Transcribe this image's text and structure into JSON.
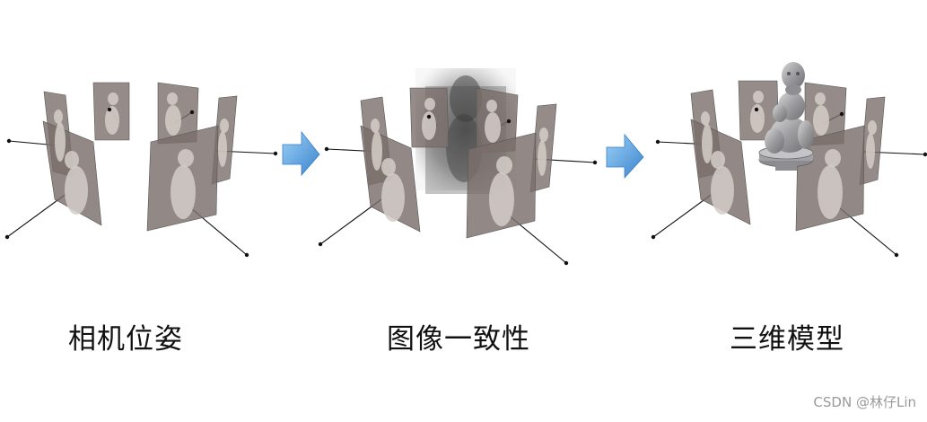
{
  "stages": [
    {
      "caption": "相机位姿"
    },
    {
      "caption": "图像一致性"
    },
    {
      "caption": "三维模型"
    }
  ],
  "watermark": "CSDN @林仔Lin",
  "colors": {
    "arrow_light": "#8ec8f2",
    "arrow_dark": "#3f88d1",
    "panel": "#7a6e6a",
    "figure": "#cfc9c4",
    "model": "#a9a9ab"
  },
  "icons": [
    "arrow-right-icon"
  ]
}
